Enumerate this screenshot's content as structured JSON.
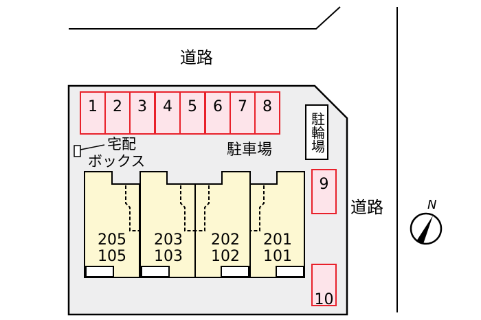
{
  "roads": {
    "top": "道路",
    "right": "道路"
  },
  "parking_label": "駐車場",
  "bicycle_parking_label": "駐輪場",
  "delivery_box_label": {
    "line1": "宅配",
    "line2": "ボックス"
  },
  "parking_slots": [
    "1",
    "2",
    "3",
    "4",
    "5",
    "6",
    "7",
    "8",
    "9",
    "10"
  ],
  "units": [
    {
      "upper": "205",
      "lower": "105"
    },
    {
      "upper": "203",
      "lower": "103"
    },
    {
      "upper": "202",
      "lower": "102"
    },
    {
      "upper": "201",
      "lower": "101"
    }
  ],
  "compass": {
    "label": "N"
  },
  "colors": {
    "slot_fill": "#fde4ea",
    "slot_border": "#e8202a",
    "building_fill": "#fdf8d2",
    "lot_fill": "#eeeeef"
  }
}
